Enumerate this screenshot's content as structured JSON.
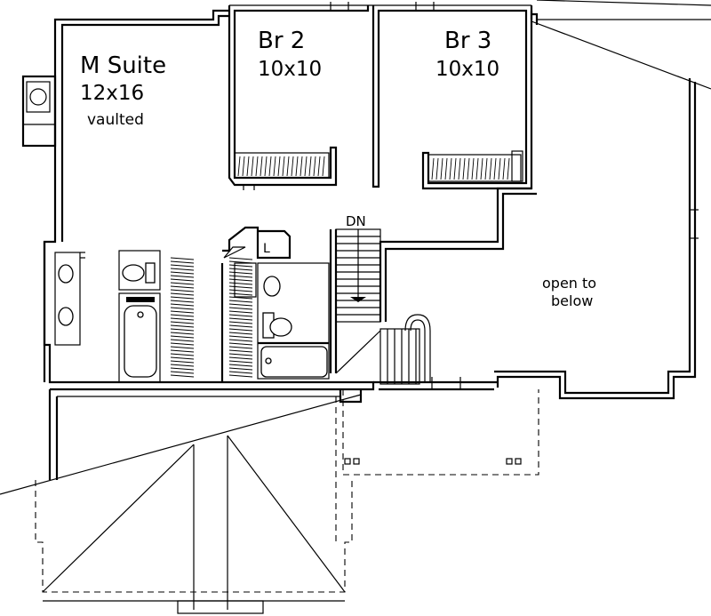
{
  "rooms": {
    "master": {
      "name": "M Suite",
      "size": "12x16",
      "note": "vaulted"
    },
    "bedroom2": {
      "name": "Br 2",
      "size": "10x10"
    },
    "bedroom3": {
      "name": "Br 3",
      "size": "10x10"
    },
    "open_area": {
      "line1": "open to",
      "line2": "below"
    }
  },
  "labels": {
    "stair_down": "DN",
    "laundry": "L"
  }
}
